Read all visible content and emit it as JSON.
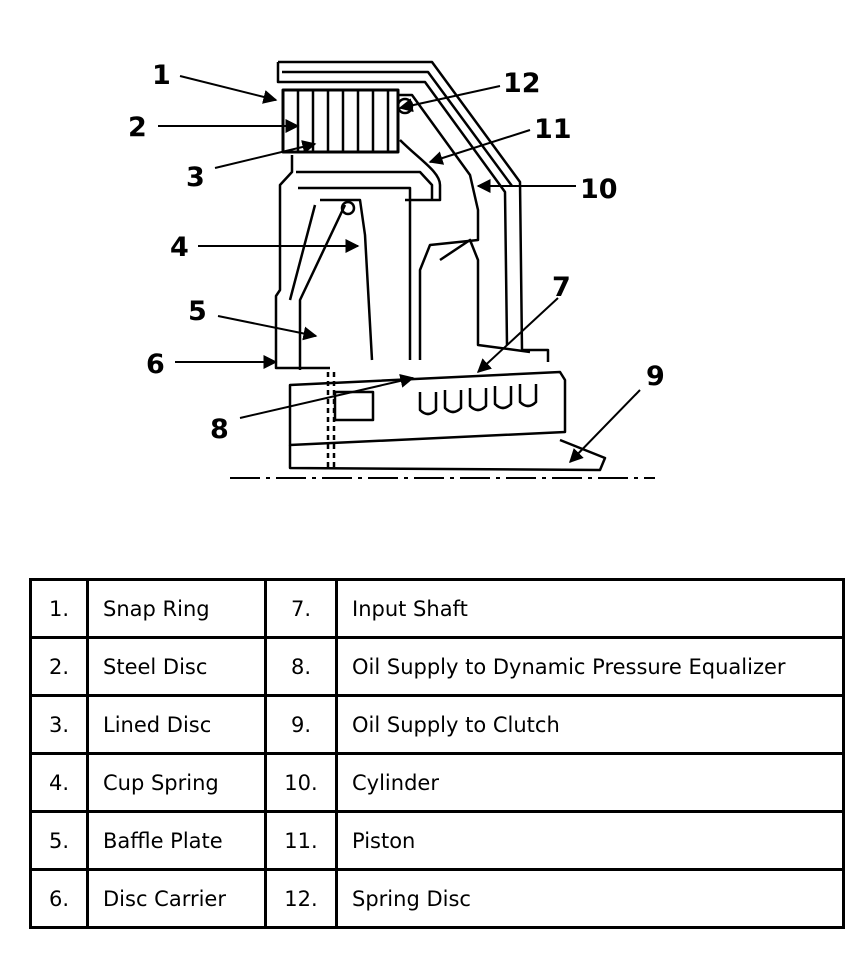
{
  "diagram": {
    "callouts": [
      "1",
      "2",
      "3",
      "4",
      "5",
      "6",
      "7",
      "8",
      "9",
      "10",
      "11",
      "12"
    ]
  },
  "legend": {
    "rows": [
      {
        "n1": "1.",
        "l1": "Snap Ring",
        "n2": "7.",
        "l2": "Input Shaft"
      },
      {
        "n1": "2.",
        "l1": "Steel Disc",
        "n2": "8.",
        "l2": "Oil Supply to Dynamic Pressure Equalizer"
      },
      {
        "n1": "3.",
        "l1": "Lined Disc",
        "n2": "9.",
        "l2": "Oil Supply to Clutch"
      },
      {
        "n1": "4.",
        "l1": "Cup Spring",
        "n2": "10.",
        "l2": "Cylinder"
      },
      {
        "n1": "5.",
        "l1": "Baffle Plate",
        "n2": "11.",
        "l2": "Piston"
      },
      {
        "n1": "6.",
        "l1": "Disc Carrier",
        "n2": "12.",
        "l2": "Spring Disc"
      }
    ]
  }
}
